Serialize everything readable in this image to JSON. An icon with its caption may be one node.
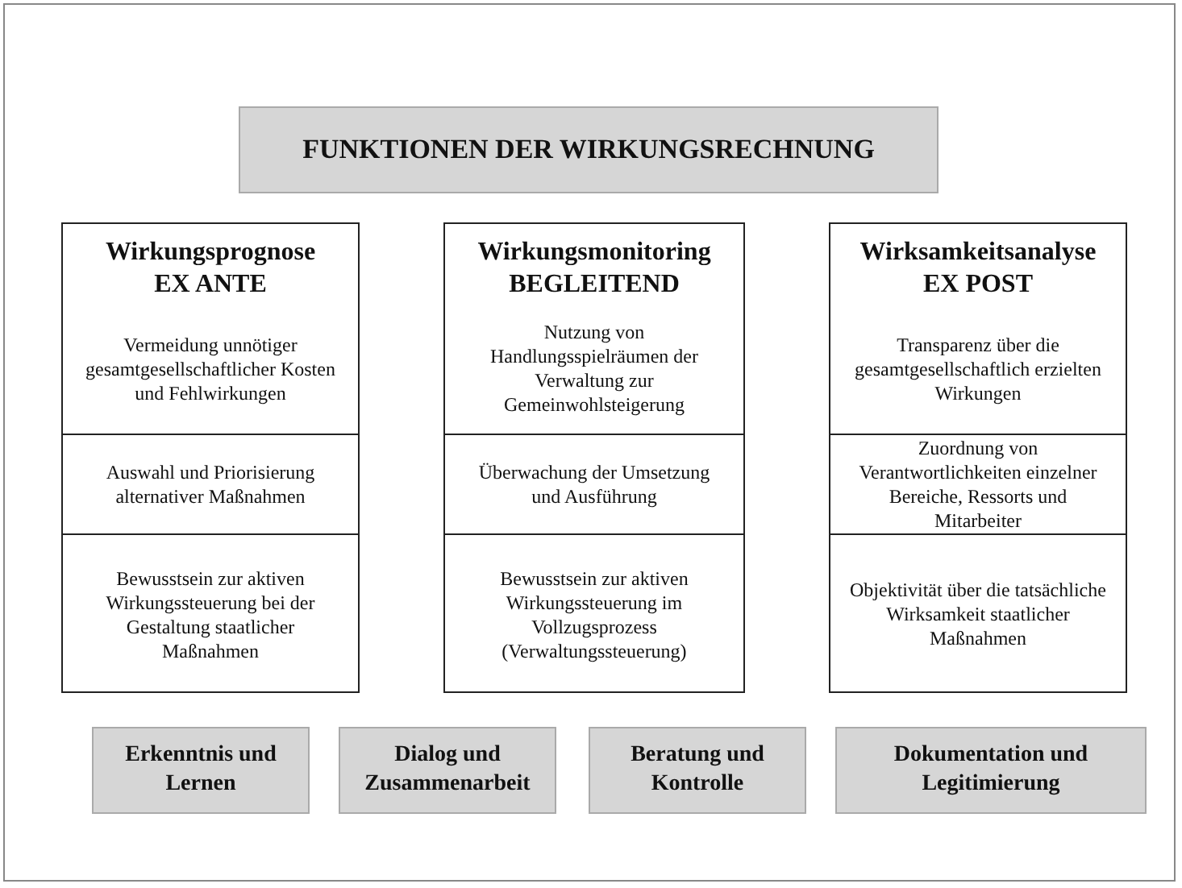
{
  "diagram": {
    "title": "FUNKTIONEN DER WIRKUNGSRECHNUNG",
    "nodes": [
      {
        "text": [
          "Wirkungsprognose",
          "EX ANTE",
          "Vermeidung unnötiger gesamtgesellschaftlicher Kosten und Fehlwirkungen",
          "Auswahl und Priorisierung alternativer Maßnahmen",
          "Bewusstsein zur aktiven Wirkungssteuerung bei der Gestaltung staatlicher Maßnahmen"
        ]
      },
      {
        "text": [
          "Wirkungsmonitoring",
          "BEGLEITEND",
          "Nutzung von Handlungsspielräumen der Verwaltung zur Gemeinwohlsteigerung",
          "Überwachung der Umsetzung und Ausführung",
          "Bewusstsein zur aktiven Wirkungssteuerung im Vollzugsprozess (Verwaltungssteuerung)"
        ]
      },
      {
        "text": [
          "Wirksamkeitsanalyse",
          "EX POST",
          "Transparenz über die gesamtgesellschaftlich erzielten Wirkungen",
          "Zuordnung von Verantwortlichkeiten einzelner Bereiche, Ressorts und Mitarbeiter",
          "Objektivität über die tatsächliche Wirksamkeit staatlicher Maßnahmen"
        ]
      },
      {
        "text": [
          "Erkenntnis und Lernen"
        ]
      },
      {
        "text": [
          "Dialog und Zusammenarbeit"
        ]
      },
      {
        "text": [
          "Beratung und Kontrolle"
        ]
      },
      {
        "text": [
          "Dokumentation und Legitimierung"
        ]
      }
    ]
  }
}
